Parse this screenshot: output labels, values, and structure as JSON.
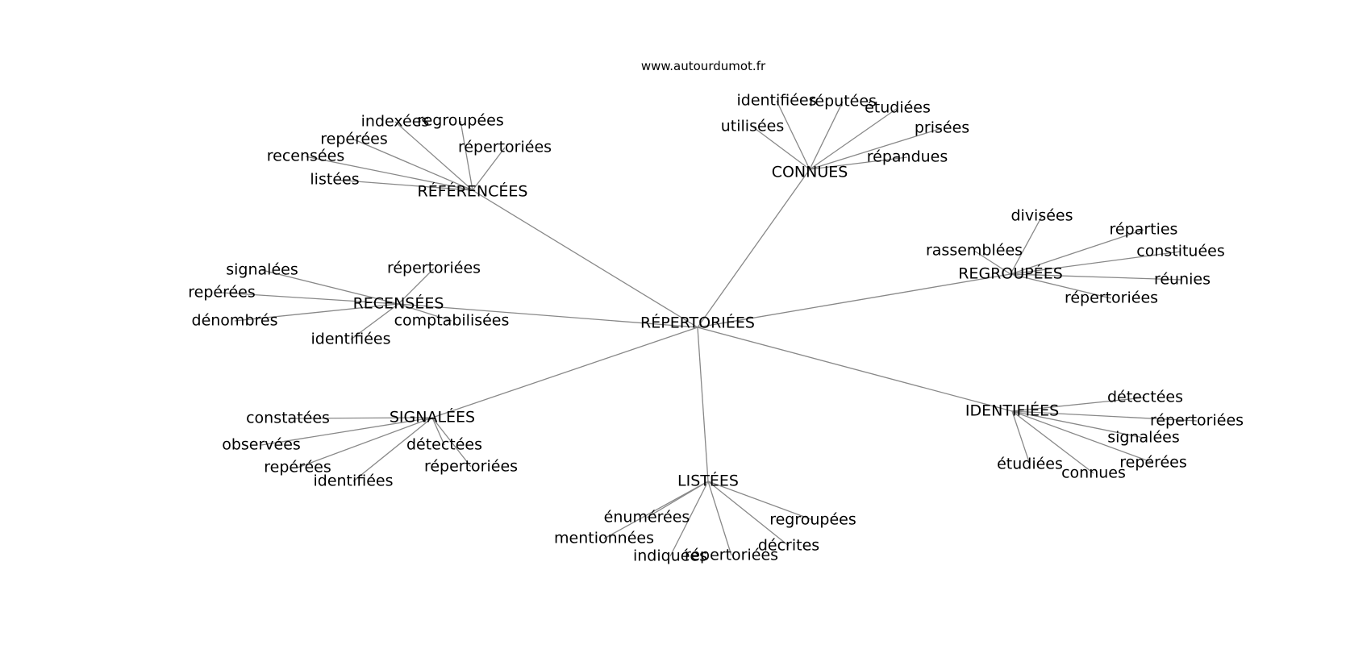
{
  "site": "www.autourdumot.fr",
  "colors": {
    "edge": "#888888",
    "text": "#000000",
    "background": "#ffffff"
  },
  "center": "RÉPERTORIÉES",
  "hubs": [
    {
      "label": "RÉFÉRENCÉES",
      "leaves": [
        "indexées",
        "regroupées",
        "repérées",
        "répertoriées",
        "recensées",
        "listées"
      ]
    },
    {
      "label": "CONNUES",
      "leaves": [
        "identifiées",
        "réputées",
        "étudiées",
        "utilisées",
        "prisées",
        "répandues"
      ]
    },
    {
      "label": "REGROUPÉES",
      "leaves": [
        "divisées",
        "réparties",
        "rassemblées",
        "constituées",
        "réunies",
        "répertoriées"
      ]
    },
    {
      "label": "RECENSÉES",
      "leaves": [
        "signalées",
        "répertoriées",
        "repérées",
        "dénombrés",
        "comptabilisées",
        "identifiées"
      ]
    },
    {
      "label": "SIGNALÉES",
      "leaves": [
        "constatées",
        "observées",
        "détectées",
        "repérées",
        "répertoriées",
        "identifiées"
      ]
    },
    {
      "label": "LISTÉES",
      "leaves": [
        "énumérées",
        "regroupées",
        "mentionnées",
        "décrites",
        "indiquées",
        "répertoriées"
      ]
    },
    {
      "label": "IDENTIFIÉES",
      "leaves": [
        "détectées",
        "répertoriées",
        "signalées",
        "étudiées",
        "repérées",
        "connues"
      ]
    }
  ]
}
